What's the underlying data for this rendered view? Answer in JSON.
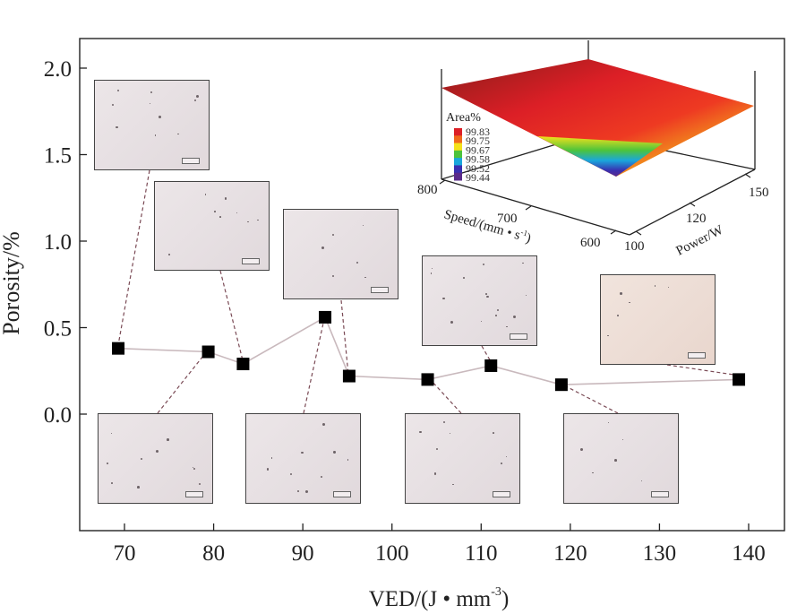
{
  "chart_data": {
    "type": "scatter",
    "xlabel": "VED/(J • mm",
    "xlabel_superscript": "-3",
    "xlabel_close": ")",
    "ylabel": "Porosity/%",
    "xlim": [
      65,
      142
    ],
    "ylim": [
      -0.68,
      2.15
    ],
    "xticks": [
      "70",
      "80",
      "90",
      "100",
      "110",
      "120",
      "130",
      "140"
    ],
    "yticks": [
      "2.0",
      "1.5",
      "1.0",
      "0.5",
      "0.0"
    ],
    "xtick_values": [
      70,
      80,
      90,
      100,
      110,
      120,
      130,
      140
    ],
    "ytick_values": [
      2.0,
      1.5,
      1.0,
      0.5,
      0.0
    ],
    "series": [
      {
        "marker": "square",
        "color": "#000000",
        "line_color": "#c9b9bd",
        "x": [
          69.3,
          79.4,
          83.3,
          92.5,
          95.2,
          104.0,
          111.1,
          119.0,
          138.9
        ],
        "y": [
          0.38,
          0.36,
          0.29,
          0.56,
          0.22,
          0.2,
          0.28,
          0.17,
          0.2
        ]
      }
    ],
    "inset": {
      "type": "surface3d",
      "legend_title": "Area%",
      "legend_values": [
        "99.83",
        "99.75",
        "99.67",
        "99.58",
        "99.52",
        "99.44"
      ],
      "colormap": [
        "#dc1f26",
        "#f06a1c",
        "#f5e21a",
        "#4cc33c",
        "#1aa7dc",
        "#3a2fb0",
        "#5a2a8a"
      ],
      "speed_axis_label": "Speed/(mm • s",
      "speed_axis_superscript": "-1",
      "speed_axis_close": ")",
      "speed_ticks": [
        "800",
        "700",
        "600"
      ],
      "power_axis_label": "Power/W",
      "power_ticks": [
        "100",
        "120",
        "150"
      ]
    }
  }
}
